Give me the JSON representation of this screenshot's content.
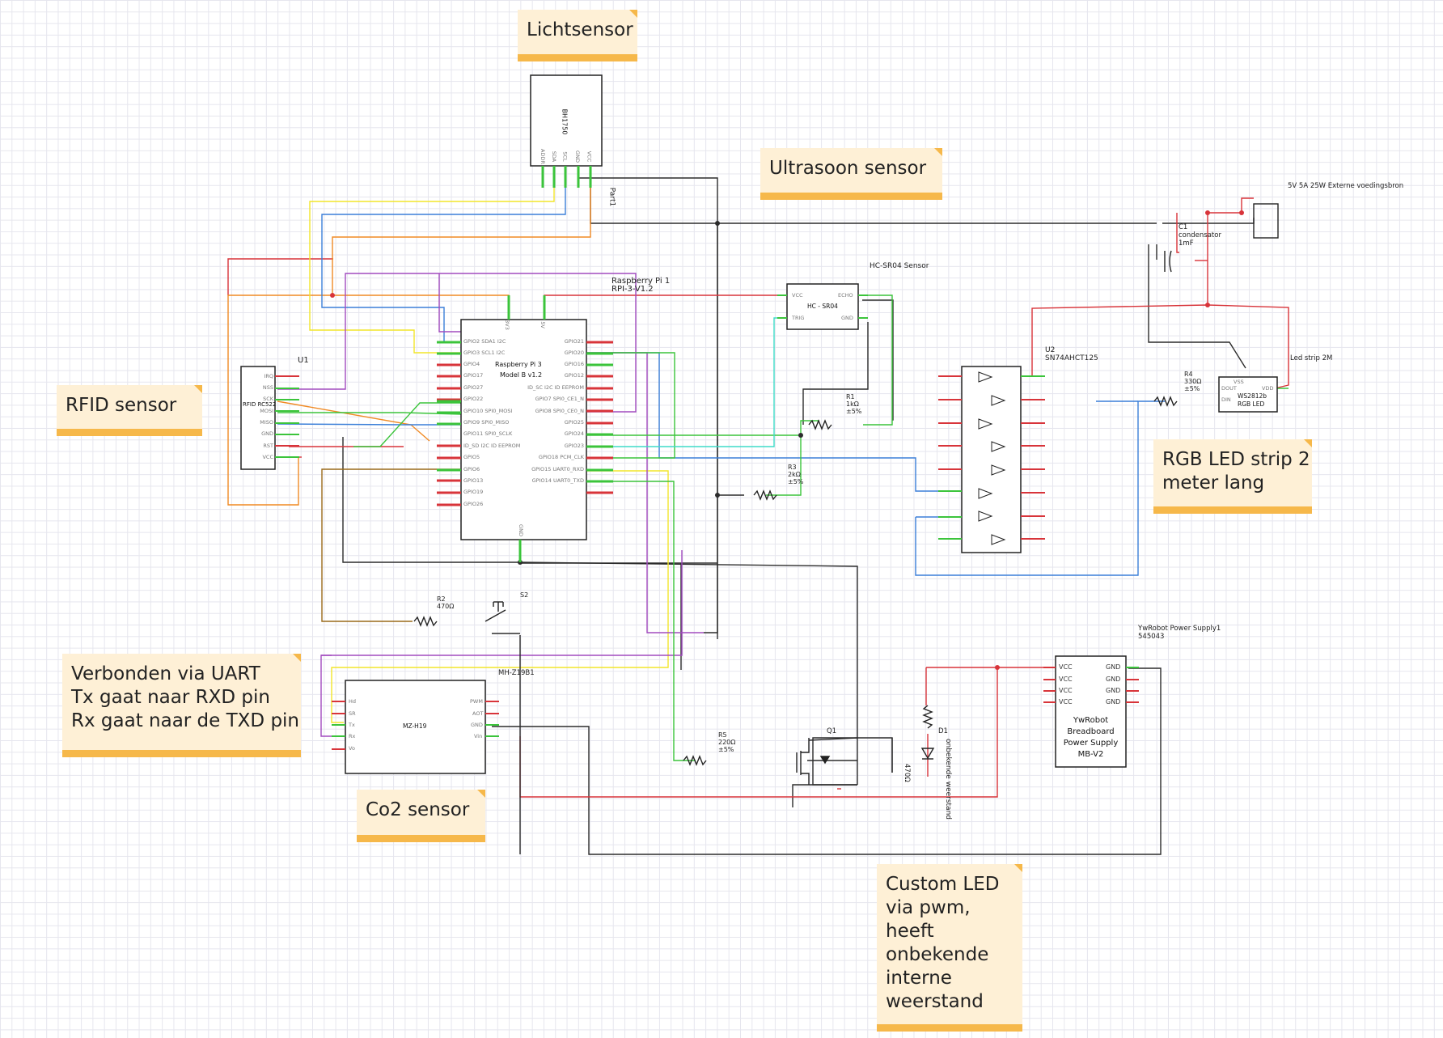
{
  "colors": {
    "red": "#d8343a",
    "green": "#3bc43b",
    "orange": "#f08a24",
    "yellow": "#f2e52a",
    "blue": "#3b7fd8",
    "purple": "#a24bbf",
    "black": "#2c2c2c",
    "cyan": "#3fdcc8",
    "brown": "#9a6a1a",
    "note_bg": "#fef0d6",
    "note_border": "#f6b84a"
  },
  "notes": {
    "lichtsensor": [
      "Lichtsensor"
    ],
    "ultrasoon": [
      "Ultrasoon sensor"
    ],
    "rfid": [
      "RFID sensor"
    ],
    "rgb": [
      "RGB LED strip 2",
      "meter lang"
    ],
    "uart": [
      "Verbonden via UART",
      "Tx gaat naar RXD pin",
      "Rx gaat naar de TXD pin"
    ],
    "co2": [
      "Co2 sensor"
    ],
    "custom_led": [
      "Custom LED",
      "via pwm,",
      "heeft",
      "onbekende",
      "interne",
      "weerstand"
    ]
  },
  "components": {
    "bh1750": {
      "name": "BH1750",
      "part": "Part1",
      "pins": [
        "ADDR",
        "SDA",
        "SCL",
        "GND",
        "VCC"
      ]
    },
    "rpi": {
      "title": "Raspberry Pi 1",
      "model": "RPI-3-V1.2",
      "chip_name": "Raspberry Pi 3",
      "chip_model": "Model B v1.2",
      "pin_3v3": "3V3",
      "pin_5v": "5V",
      "pin_gnd": "GND",
      "left_pins": [
        "GPIO2 SDA1 I2C",
        "GPIO3 SCL1 I2C",
        "GPIO4",
        "GPIO17",
        "GPIO27",
        "GPIO22",
        "GPIO10 SPI0_MOSI",
        "GPIO9 SPI0_MISO",
        "GPIO11 SPI0_SCLK",
        "ID_SD I2C ID EEPROM",
        "GPIO5",
        "GPIO6",
        "GPIO13",
        "GPIO19",
        "GPIO26"
      ],
      "right_pins": [
        "GPIO21",
        "GPIO20",
        "GPIO16",
        "GPIO12",
        "ID_SC I2C ID EEPROM",
        "GPIO7 SPI0_CE1_N",
        "GPIO8 SPI0_CE0_N",
        "GPIO25",
        "GPIO24",
        "GPIO23",
        "GPIO18 PCM_CLK",
        "GPIO15 UART0_RXD",
        "GPIO14 UART0_TXD"
      ]
    },
    "rfid": {
      "label": "U1",
      "chip": "RFID RC522",
      "pins": [
        "IRQ",
        "NSS",
        "SCK",
        "MOSI",
        "MISO",
        "GND",
        "RST",
        "VCC"
      ]
    },
    "hcsr04": {
      "title": "HC-SR04 Sensor",
      "chip": "HC - SR04",
      "pins_left": [
        "VCC",
        "TRIG"
      ],
      "pins_right": [
        "ECHO",
        "GND"
      ]
    },
    "r1": {
      "name": "R1",
      "value": "1kΩ",
      "tol": "±5%"
    },
    "r3": {
      "name": "R3",
      "value": "2kΩ",
      "tol": "±5%"
    },
    "r2": {
      "name": "R2",
      "value": "470Ω"
    },
    "s2": {
      "name": "S2"
    },
    "r4": {
      "name": "R4",
      "value": "330Ω",
      "tol": "±5%"
    },
    "r5": {
      "name": "R5",
      "value": "220Ω",
      "tol": "±5%"
    },
    "u2": {
      "name": "U2",
      "part": "SN74AHCT125"
    },
    "ws2812": {
      "chip_top": "WS2812b",
      "chip_bottom": "RGB LED",
      "pins": [
        "VSS",
        "DOUT",
        "DIN",
        "VDD"
      ],
      "strip_label": "Led strip 2M"
    },
    "c1": {
      "name": "C1",
      "type": "condensator",
      "value": "1mF"
    },
    "psu_ext": {
      "label": "5V 5A 25W Externe voedingsbron"
    },
    "mhz19": {
      "title": "MH-Z19B1",
      "chip": "MZ-H19",
      "pins_left": [
        "Hd",
        "SR",
        "Tx",
        "Rx",
        "Vo"
      ],
      "pins_right": [
        "PWM",
        "AOT",
        "GND",
        "Vin"
      ]
    },
    "q1": {
      "name": "Q1"
    },
    "d1": {
      "name": "D1",
      "value": "470Ω",
      "note": "onbekende weerstand"
    },
    "ywrobot": {
      "title": "YwRobot Power Supply1",
      "part": "545043",
      "lines": [
        "YwRobot",
        "Breadboard",
        "Power Supply",
        "MB-V2"
      ],
      "pins_left": [
        "VCC",
        "VCC",
        "VCC",
        "VCC"
      ],
      "pins_right": [
        "GND",
        "GND",
        "GND",
        "GND"
      ]
    }
  }
}
